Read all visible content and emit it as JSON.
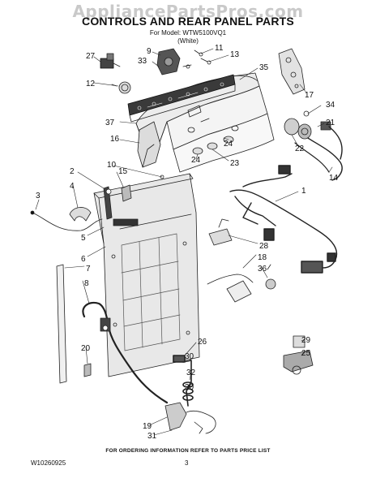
{
  "header": {
    "watermark": "AppliancePartsPros.com",
    "title": "CONTROLS AND REAR PANEL PARTS",
    "model_line": "For Model: WTW5100VQ1",
    "color_line": "(White)"
  },
  "callouts": [
    {
      "id": "27",
      "label": "27"
    },
    {
      "id": "9",
      "label": "9"
    },
    {
      "id": "11",
      "label": "11"
    },
    {
      "id": "13",
      "label": "13"
    },
    {
      "id": "33",
      "label": "33"
    },
    {
      "id": "35",
      "label": "35"
    },
    {
      "id": "12",
      "label": "12"
    },
    {
      "id": "17",
      "label": "17"
    },
    {
      "id": "34",
      "label": "34"
    },
    {
      "id": "37",
      "label": "37"
    },
    {
      "id": "21",
      "label": "21"
    },
    {
      "id": "16",
      "label": "16"
    },
    {
      "id": "22",
      "label": "22"
    },
    {
      "id": "24a",
      "label": "24"
    },
    {
      "id": "24b",
      "label": "24"
    },
    {
      "id": "23",
      "label": "23"
    },
    {
      "id": "14",
      "label": "14"
    },
    {
      "id": "10",
      "label": "10"
    },
    {
      "id": "2",
      "label": "2"
    },
    {
      "id": "15",
      "label": "15"
    },
    {
      "id": "4",
      "label": "4"
    },
    {
      "id": "1",
      "label": "1"
    },
    {
      "id": "3",
      "label": "3"
    },
    {
      "id": "5",
      "label": "5"
    },
    {
      "id": "28",
      "label": "28"
    },
    {
      "id": "6",
      "label": "6"
    },
    {
      "id": "18",
      "label": "18"
    },
    {
      "id": "36",
      "label": "36"
    },
    {
      "id": "7",
      "label": "7"
    },
    {
      "id": "8",
      "label": "8"
    },
    {
      "id": "29",
      "label": "29"
    },
    {
      "id": "26",
      "label": "26"
    },
    {
      "id": "20",
      "label": "20"
    },
    {
      "id": "25",
      "label": "25"
    },
    {
      "id": "30a",
      "label": "30"
    },
    {
      "id": "32",
      "label": "32"
    },
    {
      "id": "30b",
      "label": "30"
    },
    {
      "id": "19",
      "label": "19"
    },
    {
      "id": "31",
      "label": "31"
    }
  ],
  "footer": {
    "note": "FOR ORDERING INFORMATION REFER TO PARTS PRICE LIST",
    "doc_number": "W10260925",
    "page_number": "3"
  }
}
